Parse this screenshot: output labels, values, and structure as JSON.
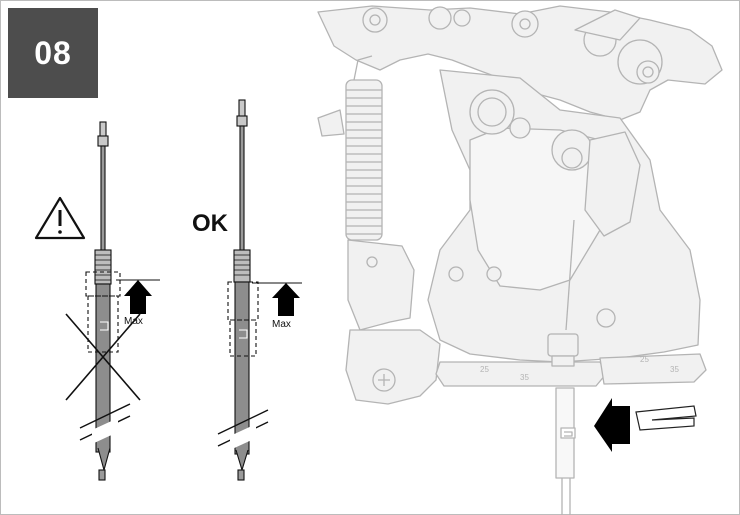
{
  "step": {
    "number": "08"
  },
  "correct": {
    "label": "OK"
  },
  "limits": {
    "wrong_max": "Max",
    "correct_max": "Max"
  },
  "colors": {
    "badge": "#4d4d4d",
    "rod": "#8a8a8a",
    "machine_fill": "#f0f0f0",
    "machine_line": "#b8b8b8",
    "ink": "#111111"
  },
  "icons": {
    "warning": "warning-triangle-icon",
    "wrong": "cross-mark-icon",
    "insert": "insert-arrow-icon"
  }
}
